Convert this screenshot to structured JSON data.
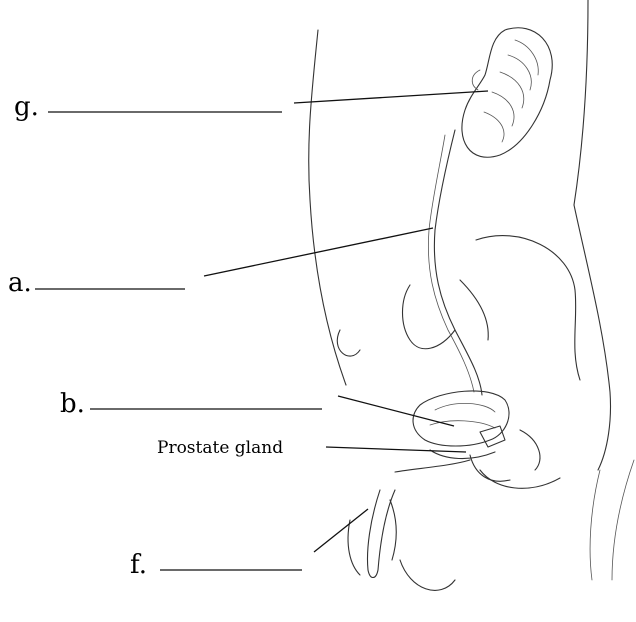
{
  "labels": {
    "g": "g.",
    "a": "a.",
    "b": "b.",
    "prostate": "Prostate gland",
    "f": "f."
  },
  "colors": {
    "line": "#111111",
    "outline": "#333333",
    "background": "#ffffff"
  }
}
